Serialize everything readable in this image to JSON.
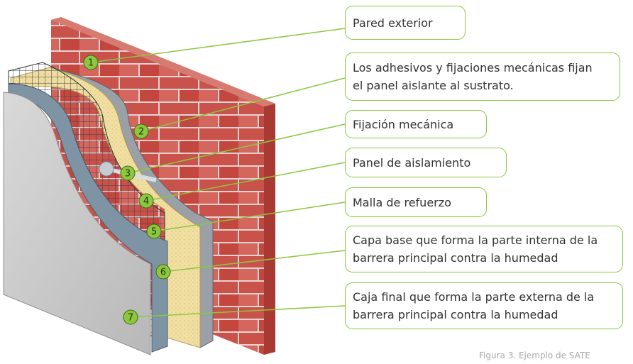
{
  "figure": {
    "caption": "Figura 3. Ejemplo de SATE",
    "accent_color": "#8dc63f",
    "marker_color": "#8dc63f",
    "callouts": [
      {
        "number": "1",
        "lines": [
          "Pared  exterior"
        ]
      },
      {
        "number": "2",
        "lines": [
          "Los adhesivos y fijaciones mecánicas fijan",
          "el panel aislante al sustrato."
        ]
      },
      {
        "number": "3",
        "lines": [
          "Fijación mecánica"
        ]
      },
      {
        "number": "4",
        "lines": [
          "Panel de aislamiento"
        ]
      },
      {
        "number": "5",
        "lines": [
          " Malla de refuerzo"
        ]
      },
      {
        "number": "6",
        "lines": [
          "Capa base que forma la parte interna de la",
          "barrera principal contra la humedad"
        ]
      },
      {
        "number": "7",
        "lines": [
          "Caja final que forma la parte externa de la",
          "barrera principal contra la humedad"
        ]
      }
    ]
  }
}
